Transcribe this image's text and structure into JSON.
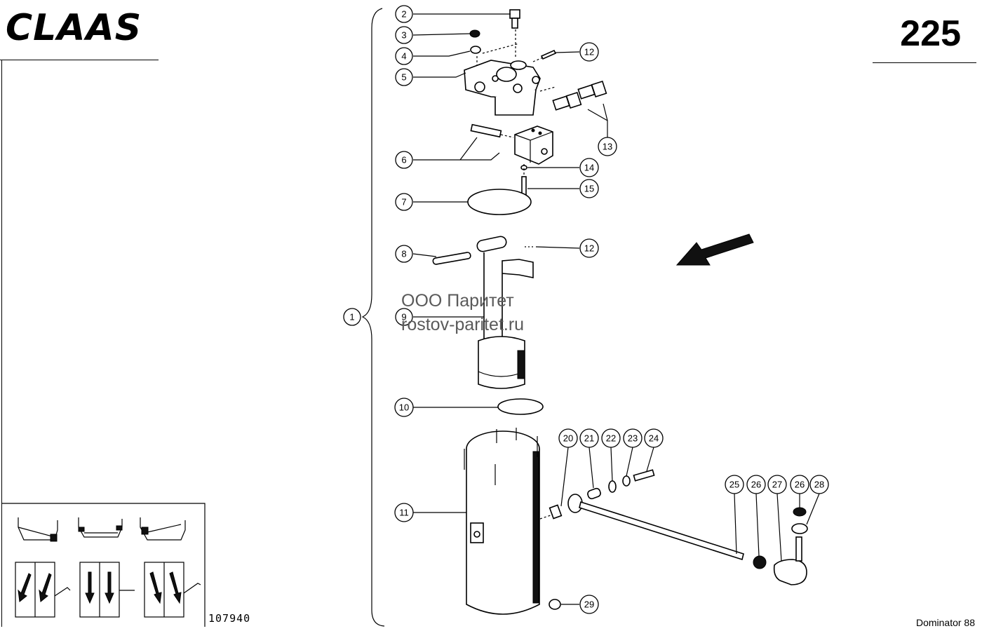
{
  "header": {
    "brand": "CLAAS",
    "page_number": "225"
  },
  "footer": {
    "drawing_number": "107940",
    "model": "Dominator 88"
  },
  "watermark": {
    "line1": "ООО Паритет",
    "line2": "rostov-paritet.ru"
  },
  "callouts": [
    {
      "id": "c2",
      "label": "2"
    },
    {
      "id": "c3",
      "label": "3"
    },
    {
      "id": "c4",
      "label": "4"
    },
    {
      "id": "c5",
      "label": "5"
    },
    {
      "id": "c12a",
      "label": "12"
    },
    {
      "id": "c13",
      "label": "13"
    },
    {
      "id": "c6",
      "label": "6"
    },
    {
      "id": "c14",
      "label": "14"
    },
    {
      "id": "c7",
      "label": "7"
    },
    {
      "id": "c15",
      "label": "15"
    },
    {
      "id": "c8",
      "label": "8"
    },
    {
      "id": "c12b",
      "label": "12"
    },
    {
      "id": "c1",
      "label": "1"
    },
    {
      "id": "c9",
      "label": "9"
    },
    {
      "id": "c10",
      "label": "10"
    },
    {
      "id": "c20",
      "label": "20"
    },
    {
      "id": "c21",
      "label": "21"
    },
    {
      "id": "c22",
      "label": "22"
    },
    {
      "id": "c23",
      "label": "23"
    },
    {
      "id": "c24",
      "label": "24"
    },
    {
      "id": "c25",
      "label": "25"
    },
    {
      "id": "c26a",
      "label": "26"
    },
    {
      "id": "c27",
      "label": "27"
    },
    {
      "id": "c26b",
      "label": "26"
    },
    {
      "id": "c28",
      "label": "28"
    },
    {
      "id": "c11",
      "label": "11"
    },
    {
      "id": "c29",
      "label": "29"
    }
  ]
}
